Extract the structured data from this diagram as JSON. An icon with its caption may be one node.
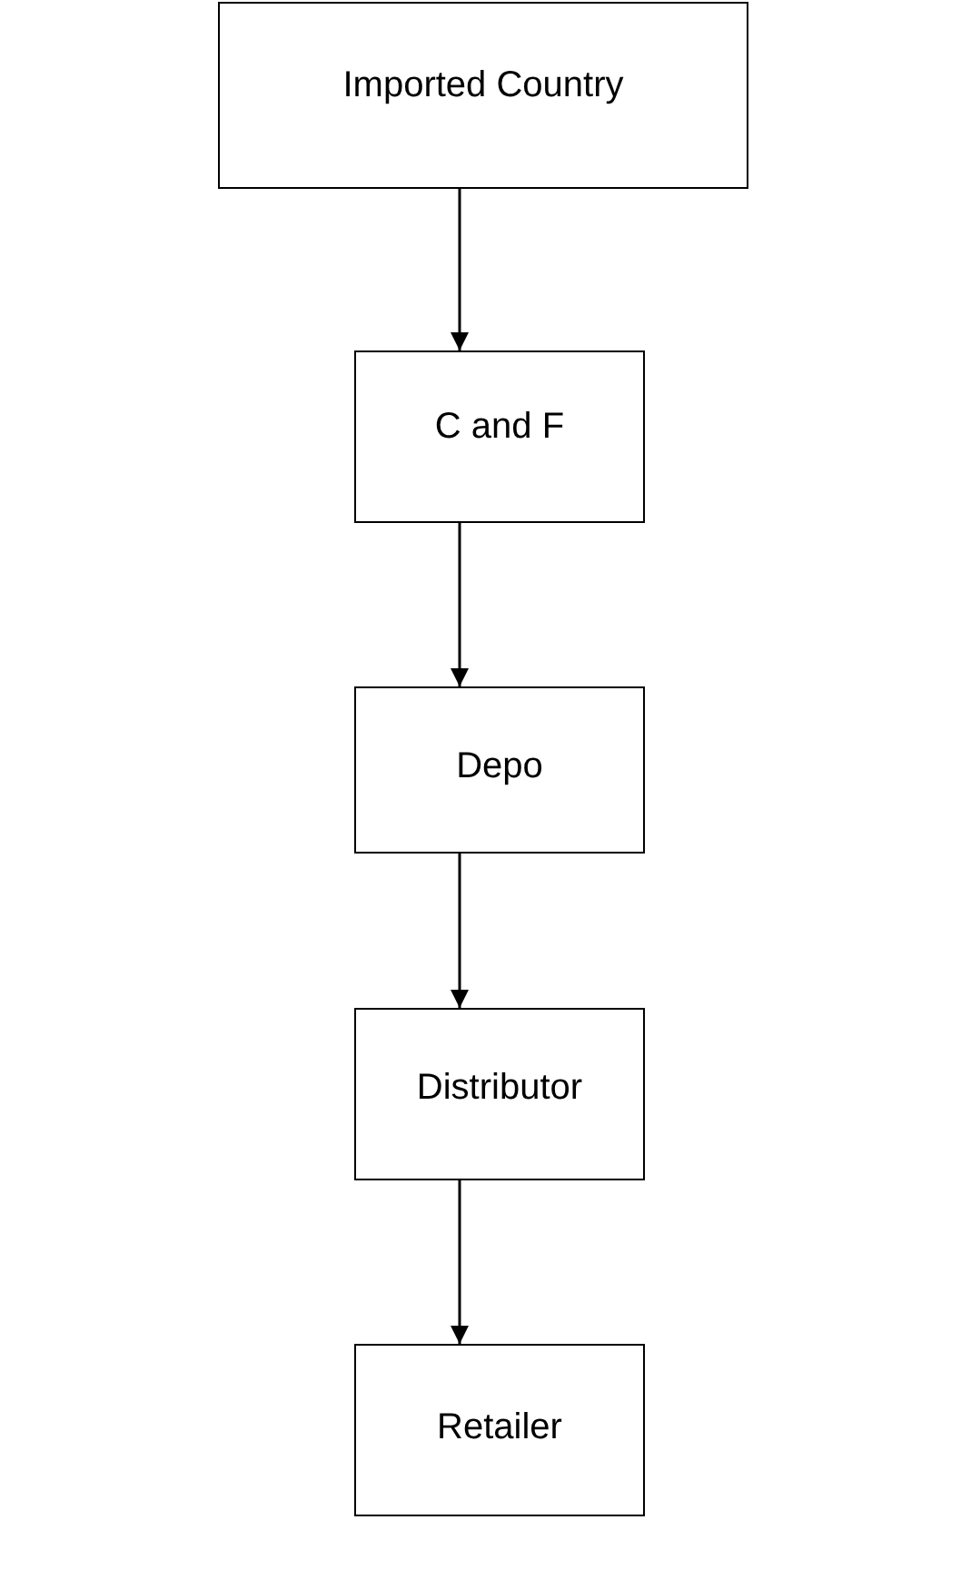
{
  "diagram": {
    "nodes": [
      {
        "text": [
          "Imported Country"
        ]
      },
      {
        "text": [
          "C and F"
        ]
      },
      {
        "text": [
          "Depo"
        ]
      },
      {
        "text": [
          "Distributor"
        ]
      },
      {
        "text": [
          "Retailer"
        ]
      }
    ],
    "edges": [
      {
        "from": 0,
        "to": 1,
        "arrow": "to"
      },
      {
        "from": 1,
        "to": 2,
        "arrow": "to"
      },
      {
        "from": 2,
        "to": 3,
        "arrow": "to"
      },
      {
        "from": 3,
        "to": 4,
        "arrow": "to"
      }
    ]
  }
}
